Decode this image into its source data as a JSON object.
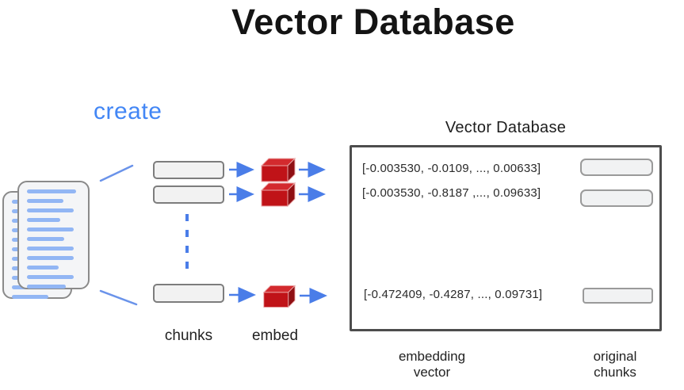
{
  "page_title": "Vector Database",
  "flow": {
    "create_label": "create",
    "chunks_label": "chunks",
    "embed_label": "embed"
  },
  "database": {
    "title": "Vector Database",
    "rows": [
      "[-0.003530, -0.0109, ..., 0.00633]",
      "[-0.003530, -0.8187 ,..., 0.09633]",
      "[-0.472409, -0.4287, ..., 0.09731]"
    ],
    "columns": {
      "embedding_line1": "embedding",
      "embedding_line2": "vector",
      "original_line1": "original",
      "original_line2": "chunks"
    }
  },
  "icons": {
    "documents": "document-stack-icon",
    "embed_cube": "embed-cube-icon",
    "arrow": "arrow-right-icon",
    "dashed_continuation": "dashed-line-icon"
  },
  "colors": {
    "accent_blue": "#4a7de8",
    "create_blue": "#4286f5",
    "doc_line_blue": "#92b6f4",
    "cube_red_front": "#c01318",
    "cube_red_top": "#d32a2e",
    "cube_red_side": "#8f0f13",
    "box_border": "#4d4d4d",
    "title_text": "#141414"
  }
}
